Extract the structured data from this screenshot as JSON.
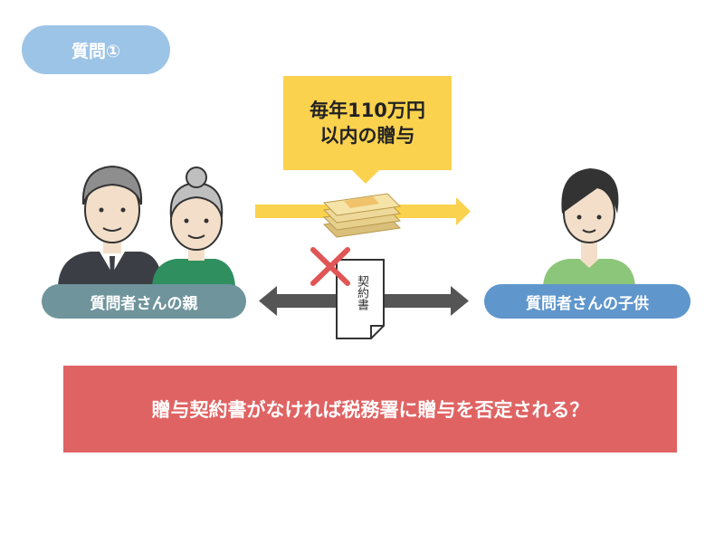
{
  "badge": {
    "text": "質問①"
  },
  "callout": {
    "line1": "毎年110万円",
    "line2": "以内の贈与"
  },
  "parties": {
    "parents": "質問者さんの親",
    "child": "質問者さんの子供"
  },
  "document": {
    "label": "契約書"
  },
  "question": {
    "text": "贈与契約書がなければ税務署に贈与を否定される？"
  },
  "colors": {
    "badge": "#9cc4e6",
    "callout": "#fbd24e",
    "parents": "#6f949c",
    "child": "#5f96cc",
    "banner": "#e06363",
    "cross": "#e05555",
    "arrow": "#555555"
  },
  "icons": [
    "grandfather-icon",
    "grandmother-icon",
    "child-icon",
    "money-stack-icon",
    "document-icon",
    "cross-icon"
  ]
}
